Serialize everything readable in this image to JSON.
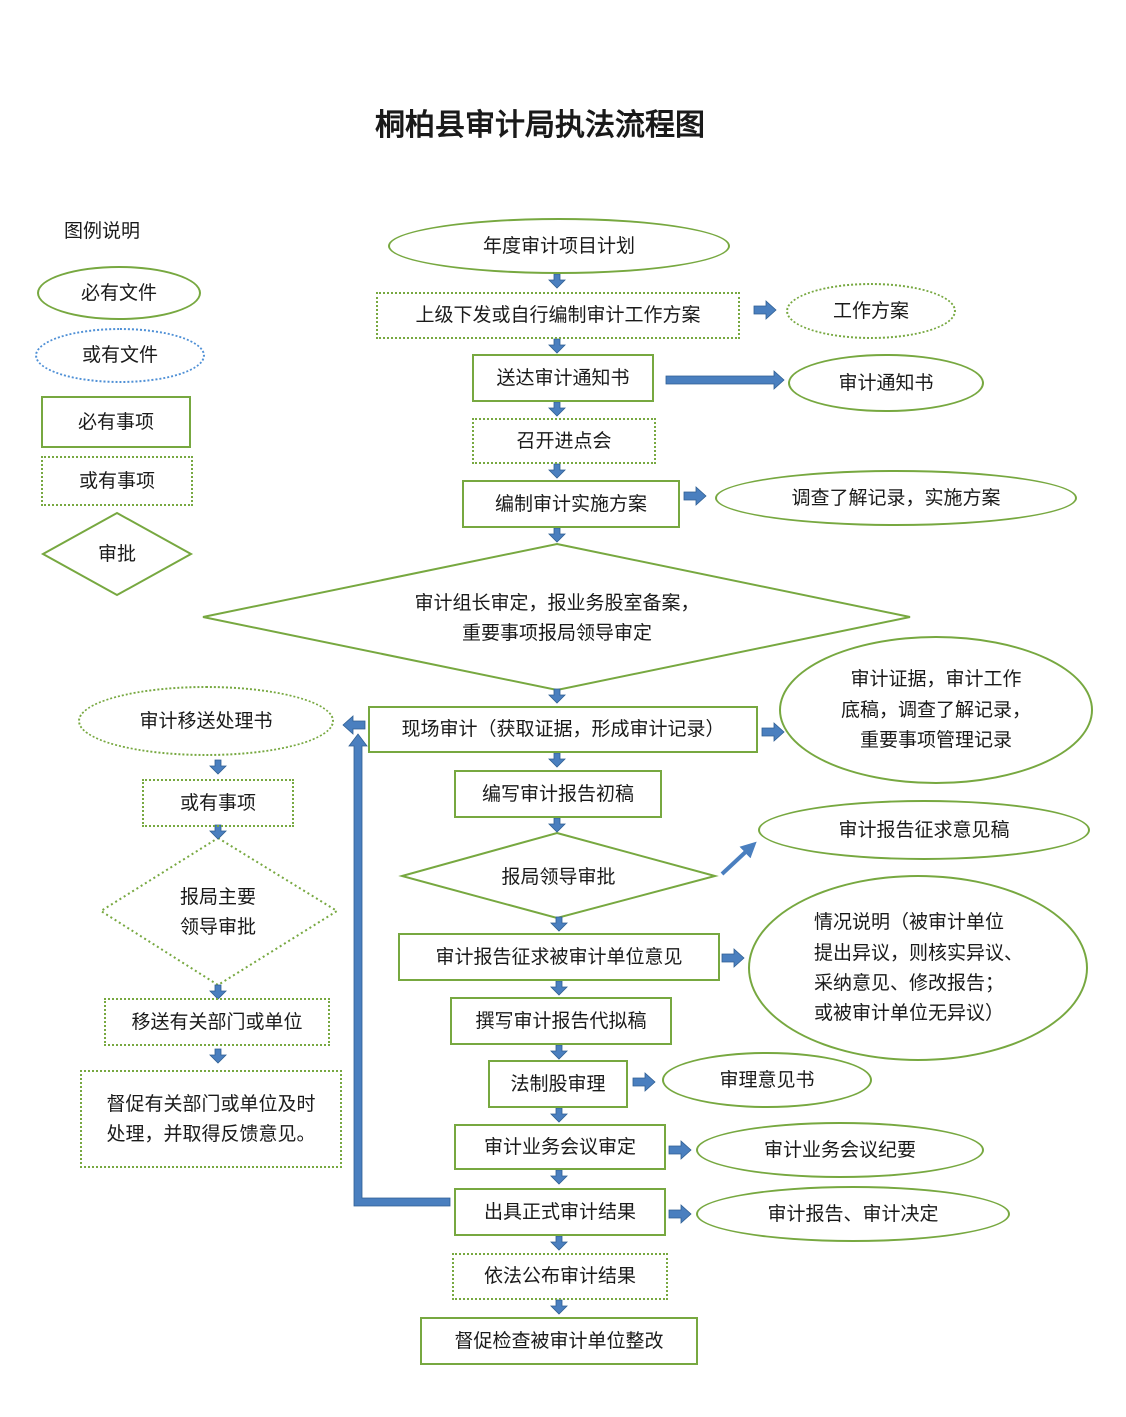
{
  "title": "桐柏县审计局执法流程图",
  "legend": {
    "heading": "图例说明",
    "required_doc": "必有文件",
    "optional_doc": "或有文件",
    "required_item": "必有事项",
    "optional_item": "或有事项",
    "approval": "审批"
  },
  "main_flow": {
    "annual_plan": "年度审计项目计划",
    "work_plan_prep": "上级下发或自行编制审计工作方案",
    "send_notice": "送达审计通知书",
    "entry_meeting": "召开进点会",
    "impl_plan": "编制审计实施方案",
    "leader_review": "审计组长审定，报业务股室备案，\n重要事项报局领导审定",
    "field_audit": "现场审计（获取证据，形成审计记录）",
    "draft_report": "编写审计报告初稿",
    "bureau_approval": "报局领导审批",
    "solicit_opinion": "审计报告征求被审计单位意见",
    "proxy_draft": "撰写审计报告代拟稿",
    "legal_review": "法制股审理",
    "business_meeting": "审计业务会议审定",
    "formal_result": "出具正式审计结果",
    "publish_result": "依法公布审计结果",
    "rectification": "督促检查被审计单位整改"
  },
  "outputs": {
    "work_plan": "工作方案",
    "audit_notice": "审计通知书",
    "survey_record": "调查了解记录，实施方案",
    "evidence": "审计证据，审计工作\n底稿，调查了解记录，\n重要事项管理记录",
    "opinion_draft": "审计报告征求意见稿",
    "situation": "情况说明（被审计单位\n提出异议，则核实异议、\n采纳意见、修改报告；\n或被审计单位无异议）",
    "review_opinion": "审理意见书",
    "meeting_minutes": "审计业务会议纪要",
    "report_decision": "审计报告、审计决定"
  },
  "transfer_branch": {
    "transfer_doc": "审计移送处理书",
    "optional_item": "或有事项",
    "chief_approval": "报局主要\n领导审批",
    "transfer_dept": "移送有关部门或单位",
    "urge_feedback": "督促有关部门或单位及时\n处理，并取得反馈意见。"
  },
  "colors": {
    "border_green": "#77a840",
    "dotted_blue": "#4f90d6",
    "arrow_blue": "#4a7fbf",
    "arrow_outline": "#2f5f93"
  }
}
